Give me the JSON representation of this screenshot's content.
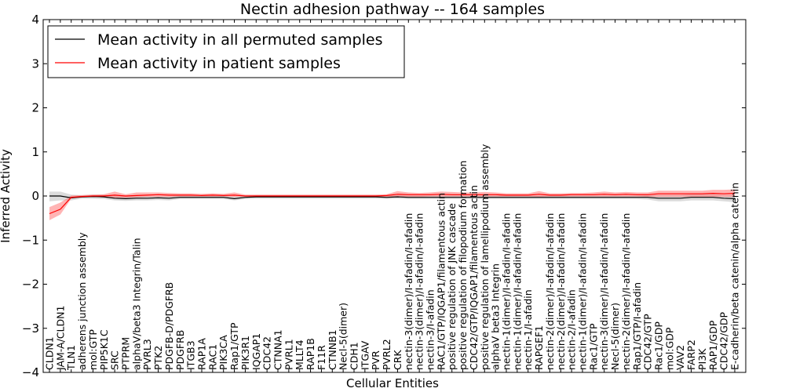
{
  "chart_data": {
    "type": "line",
    "title": "Nectin adhesion pathway -- 164 samples",
    "xlabel": "Cellular Entities",
    "ylabel": "Inferred Activity",
    "ylim": [
      -4,
      4
    ],
    "yticks": [
      -4,
      -3,
      -2,
      -1,
      0,
      1,
      2,
      3,
      4
    ],
    "ytick_labels": [
      "−4",
      "−3",
      "−2",
      "−1",
      "0",
      "1",
      "2",
      "3",
      "4"
    ],
    "grid": false,
    "legend_position": "top-left",
    "categories": [
      "CLDN1",
      "JAM-A/CLDN1",
      "TLN1",
      "adherens junction assembly",
      "mol:GTP",
      "PIP5K1C",
      "SRC",
      "PTPRM",
      "alphaV/beta3 Integrin/Talin",
      "PVRL3",
      "PTK2",
      "PDGFB-D/PDGFRB",
      "PDGFRB",
      "ITGB3",
      "RAP1A",
      "RAC1",
      "PIK3CA",
      "Rap1/GTP",
      "PIK3R1",
      "IQGAP1",
      "CDC42",
      "CTNNA1",
      "PVRL1",
      "MLLT4",
      "RAP1B",
      "F11R",
      "CTNNB1",
      "Necl-5(dimer)",
      "CDH1",
      "ITGAV",
      "PVR",
      "PVRL2",
      "CRK",
      "nectin-3(dimer)/I-afadin/I-afadin",
      "nectin-3(dimer)/I-afadin/I-afadin",
      "nectin-3/I-afadin",
      "RAC1/GTP/IQGAP1/filamentous actin",
      "positive regulation of JNK cascade",
      "positive regulation of filopodium formation",
      "CDC42/GTP/IQGAP1/filamentous actin",
      "positive regulation of lamellipodium assembly",
      "alphaV beta3 Integrin",
      "nectin-1(dimer)/I-afadin/I-afadin",
      "nectin-1(dimer)/I-afadin/I-afadin",
      "nectin-1/I-afadin",
      "RAPGEF1",
      "nectin-2(dimer)/I-afadin/I-afadin",
      "nectin-2(dimer)/I-afadin/I-afadin",
      "nectin-2/I-afadin",
      "nectin-1(dimer)/I-afadin/I-afadin",
      "Rac1/GTP",
      "nectin-3(dimer)/I-afadin/I-afadin",
      "Necl-5(dimer)",
      "nectin-2(dimer)/I-afadin/I-afadin",
      "Rap1/GTP/I-afadin",
      "CDC42/GTP",
      "Rac1/GDP",
      "mol:GDP",
      "VAV2",
      "FARP2",
      "PI3K",
      "RAP1/GDP",
      "CDC42/GDP",
      "E-cadherin/beta catenin/alpha catenin"
    ],
    "series": [
      {
        "name": "Mean activity in all permuted samples",
        "color": "#000000",
        "band_color": "#b0b0b0",
        "values": [
          0.0,
          0.0,
          -0.04,
          -0.02,
          -0.01,
          -0.02,
          -0.05,
          -0.06,
          -0.05,
          -0.05,
          -0.04,
          -0.05,
          -0.03,
          -0.03,
          -0.03,
          -0.03,
          -0.03,
          -0.06,
          -0.03,
          -0.02,
          -0.02,
          -0.02,
          -0.02,
          -0.02,
          -0.02,
          -0.02,
          -0.02,
          -0.02,
          -0.02,
          -0.02,
          -0.02,
          -0.03,
          -0.02,
          -0.03,
          -0.03,
          -0.03,
          -0.03,
          -0.03,
          -0.03,
          -0.03,
          -0.03,
          -0.03,
          -0.03,
          -0.03,
          -0.03,
          -0.03,
          -0.03,
          -0.03,
          -0.03,
          -0.03,
          -0.03,
          -0.03,
          -0.03,
          -0.03,
          -0.03,
          -0.03,
          -0.05,
          -0.05,
          -0.05,
          -0.03,
          -0.03,
          -0.03,
          -0.05,
          -0.06
        ],
        "band_low": [
          -0.12,
          -0.1,
          -0.1,
          -0.06,
          -0.06,
          -0.07,
          -0.1,
          -0.11,
          -0.1,
          -0.1,
          -0.09,
          -0.1,
          -0.07,
          -0.07,
          -0.07,
          -0.07,
          -0.07,
          -0.1,
          -0.07,
          -0.06,
          -0.06,
          -0.06,
          -0.06,
          -0.06,
          -0.06,
          -0.06,
          -0.06,
          -0.06,
          -0.06,
          -0.06,
          -0.06,
          -0.07,
          -0.06,
          -0.07,
          -0.07,
          -0.07,
          -0.07,
          -0.07,
          -0.07,
          -0.07,
          -0.07,
          -0.07,
          -0.07,
          -0.07,
          -0.07,
          -0.07,
          -0.07,
          -0.07,
          -0.07,
          -0.07,
          -0.07,
          -0.07,
          -0.07,
          -0.07,
          -0.07,
          -0.08,
          -0.12,
          -0.12,
          -0.12,
          -0.1,
          -0.1,
          -0.1,
          -0.12,
          -0.14
        ],
        "band_high": [
          0.1,
          0.1,
          0.03,
          0.02,
          0.03,
          0.03,
          0.01,
          0.0,
          0.0,
          0.0,
          0.0,
          0.0,
          0.01,
          0.01,
          0.01,
          0.01,
          0.01,
          -0.01,
          0.01,
          0.02,
          0.02,
          0.02,
          0.02,
          0.02,
          0.02,
          0.02,
          0.02,
          0.02,
          0.02,
          0.02,
          0.02,
          0.01,
          0.02,
          0.01,
          0.01,
          0.01,
          0.01,
          0.01,
          0.01,
          0.01,
          0.01,
          0.01,
          0.01,
          0.01,
          0.01,
          0.01,
          0.01,
          0.01,
          0.01,
          0.01,
          0.01,
          0.01,
          0.01,
          0.01,
          0.01,
          0.02,
          0.02,
          0.02,
          0.02,
          0.04,
          0.04,
          0.04,
          0.02,
          0.02
        ]
      },
      {
        "name": "Mean activity in patient samples",
        "color": "#ff0000",
        "band_color": "#ff6a6a",
        "values": [
          -0.4,
          -0.3,
          -0.03,
          -0.01,
          0.0,
          0.0,
          0.02,
          0.0,
          0.01,
          0.02,
          0.03,
          0.02,
          0.02,
          0.02,
          0.01,
          0.02,
          0.01,
          0.02,
          0.0,
          0.0,
          0.0,
          0.0,
          0.0,
          0.0,
          0.0,
          0.0,
          0.0,
          0.0,
          0.0,
          0.0,
          0.0,
          0.01,
          0.04,
          0.03,
          0.03,
          0.03,
          0.04,
          0.03,
          0.03,
          0.03,
          0.03,
          0.03,
          0.02,
          0.02,
          0.02,
          0.04,
          0.02,
          0.02,
          0.03,
          0.03,
          0.03,
          0.04,
          0.03,
          0.04,
          0.03,
          0.03,
          0.05,
          0.05,
          0.05,
          0.05,
          0.05,
          0.06,
          0.05,
          0.06
        ],
        "band_low": [
          -0.55,
          -0.42,
          -0.06,
          -0.03,
          -0.02,
          -0.02,
          -0.04,
          -0.04,
          -0.03,
          -0.02,
          -0.02,
          -0.02,
          -0.01,
          -0.01,
          -0.01,
          -0.01,
          -0.01,
          -0.02,
          -0.01,
          -0.01,
          -0.01,
          -0.01,
          -0.01,
          -0.01,
          -0.01,
          -0.01,
          -0.01,
          -0.01,
          -0.01,
          -0.01,
          -0.01,
          -0.02,
          -0.02,
          -0.02,
          -0.02,
          -0.01,
          -0.01,
          -0.01,
          -0.01,
          -0.01,
          -0.01,
          -0.01,
          -0.01,
          -0.01,
          -0.01,
          -0.02,
          -0.01,
          -0.01,
          -0.01,
          -0.01,
          -0.01,
          -0.01,
          -0.01,
          -0.01,
          -0.01,
          -0.02,
          -0.02,
          -0.02,
          -0.02,
          -0.02,
          -0.02,
          -0.02,
          -0.02,
          -0.02
        ],
        "band_high": [
          -0.25,
          -0.15,
          0.01,
          0.02,
          0.03,
          0.04,
          0.1,
          0.04,
          0.08,
          0.08,
          0.08,
          0.07,
          0.06,
          0.06,
          0.05,
          0.06,
          0.05,
          0.08,
          0.03,
          0.03,
          0.03,
          0.03,
          0.03,
          0.03,
          0.03,
          0.03,
          0.03,
          0.03,
          0.03,
          0.03,
          0.03,
          0.04,
          0.11,
          0.08,
          0.07,
          0.08,
          0.1,
          0.09,
          0.08,
          0.08,
          0.09,
          0.08,
          0.06,
          0.06,
          0.06,
          0.11,
          0.06,
          0.06,
          0.07,
          0.07,
          0.08,
          0.1,
          0.08,
          0.09,
          0.08,
          0.08,
          0.12,
          0.12,
          0.12,
          0.12,
          0.12,
          0.14,
          0.14,
          0.15
        ]
      }
    ]
  }
}
